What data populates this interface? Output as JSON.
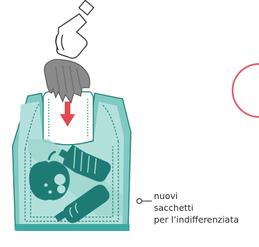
{
  "label": {
    "line1": "nuovi",
    "line2": "sacchetti",
    "line3": "per l’indifferenziata"
  },
  "colors": {
    "bag_light": "#b3e0dc",
    "bag_mid": "#7fcac2",
    "bag_dark": "#3ea9a0",
    "bag_outline": "#23807a",
    "icon_dark": "#1e7b74",
    "glove": "#8a8a8a",
    "arrow": "#e44a52",
    "side_circle": "#e05c64"
  },
  "icons": {
    "hand": "hand-with-glove-icon",
    "arrow": "down-arrow-icon",
    "bag": "shopping-bag-icon",
    "apple": "apple-core-icon",
    "bottle": "plastic-bottle-icon"
  }
}
